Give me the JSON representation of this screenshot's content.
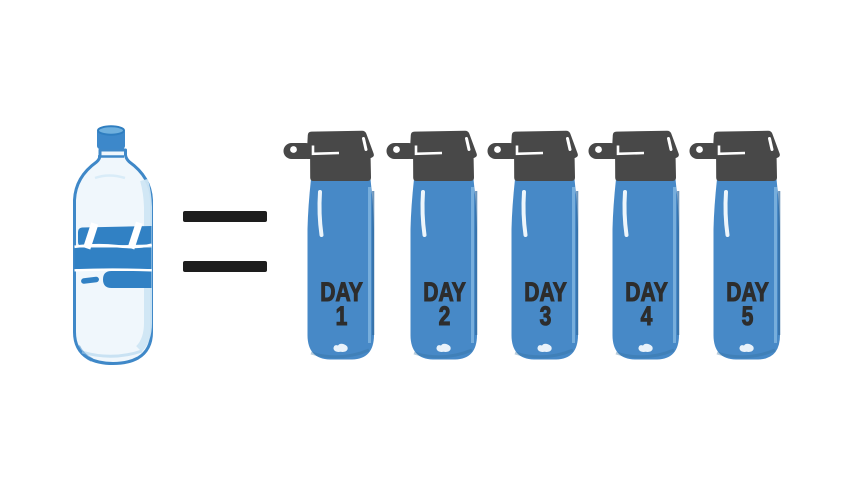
{
  "equation": {
    "left_icon": "plastic-bottle-icon",
    "operator": "=",
    "right_items": [
      {
        "icon": "reusable-bottle-icon",
        "label_line1": "DAY",
        "label_line2": "1"
      },
      {
        "icon": "reusable-bottle-icon",
        "label_line1": "DAY",
        "label_line2": "2"
      },
      {
        "icon": "reusable-bottle-icon",
        "label_line1": "DAY",
        "label_line2": "3"
      },
      {
        "icon": "reusable-bottle-icon",
        "label_line1": "DAY",
        "label_line2": "4"
      },
      {
        "icon": "reusable-bottle-icon",
        "label_line1": "DAY",
        "label_line2": "5"
      }
    ]
  },
  "colors": {
    "background": "#ffffff",
    "bottle_blue": "#4789c7",
    "cap_gray": "#484848",
    "plastic_outline": "#3f88c8",
    "plastic_fill": "#f0f7fc",
    "band_blue": "#3181c4",
    "equals_black": "#1d1d1d",
    "text_dark": "#2d2d2d"
  }
}
